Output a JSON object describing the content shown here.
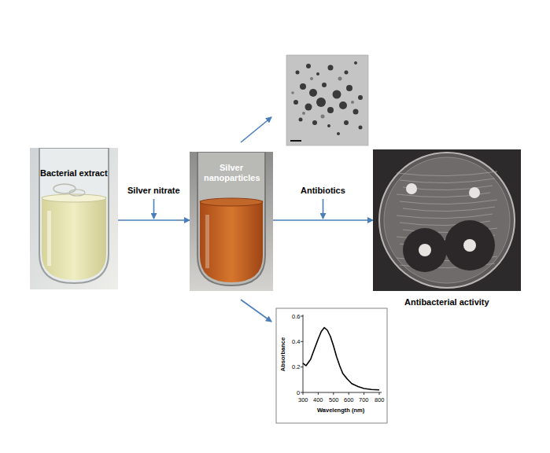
{
  "diagram": {
    "nodes": [
      {
        "text": [
          "Bacterial extract"
        ]
      },
      {
        "text": [
          "Silver nanoparticles"
        ]
      },
      {
        "text": [
          "Antibacterial activity"
        ]
      }
    ],
    "edges": [
      {
        "from": 0,
        "to": 1,
        "label": "Silver nitrate",
        "arrow": "to"
      },
      {
        "from": 1,
        "to": 2,
        "label": "Antibiotics",
        "arrow": "to"
      }
    ],
    "labels": [
      "Absorbance",
      "Wavelength (nm)",
      "0.6",
      "0.4",
      "0.2",
      "0",
      "300",
      "400",
      "500",
      "600",
      "700",
      "800"
    ]
  }
}
